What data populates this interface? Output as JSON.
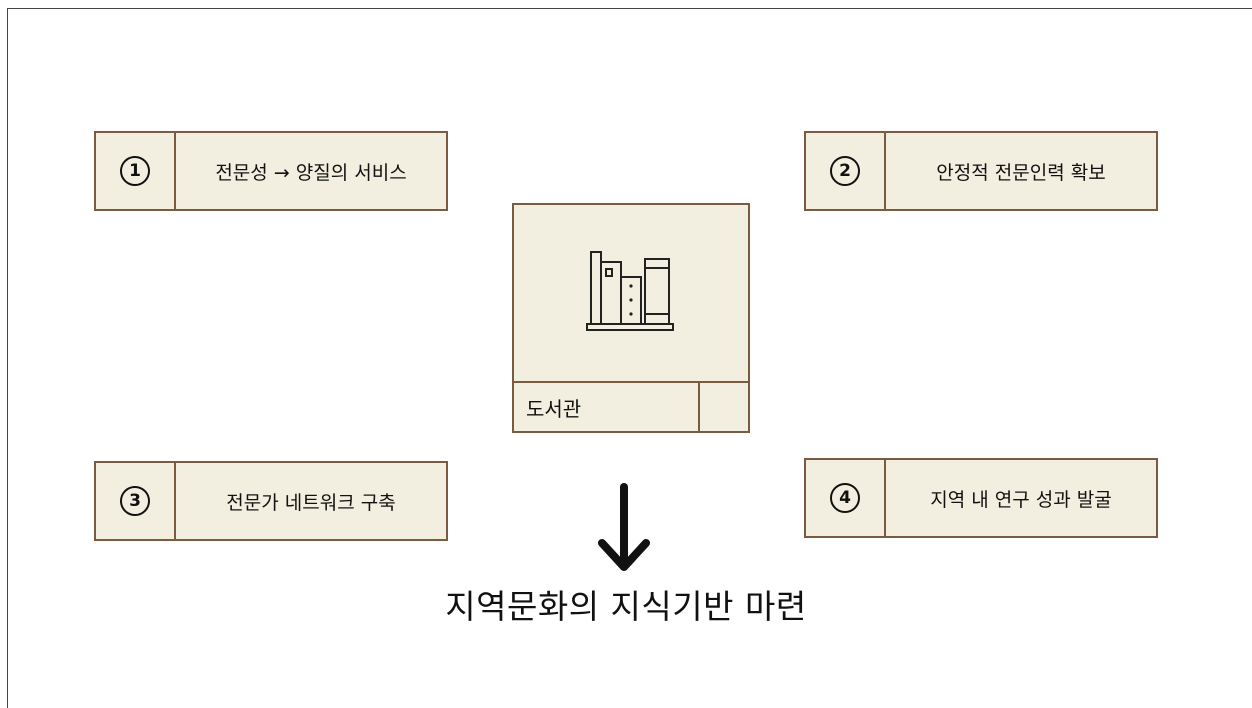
{
  "center": {
    "label": "도서관",
    "icon": "bookshelf-icon"
  },
  "cards": [
    {
      "number": "1",
      "label": "전문성 → 양질의 서비스"
    },
    {
      "number": "2",
      "label": "안정적 전문인력 확보"
    },
    {
      "number": "3",
      "label": "전문가 네트워크 구축"
    },
    {
      "number": "4",
      "label": "지역 내 연구 성과 발굴"
    }
  ],
  "arrow_icon": "arrow-down-icon",
  "conclusion": "지역문화의 지식기반 마련",
  "colors": {
    "card_fill": "#f3efe0",
    "card_border": "#7a5a40",
    "text": "#111111"
  }
}
